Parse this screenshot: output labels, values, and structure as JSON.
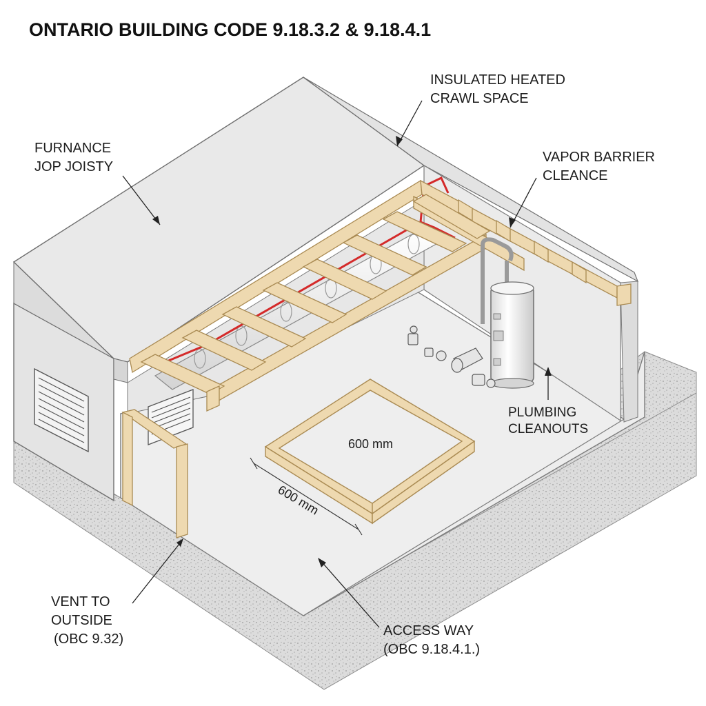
{
  "title": "ONTARIO BUILDING CODE 9.18.3.2 & 9.18.4.1",
  "labels": {
    "insulated": [
      "INSULATED HEATED",
      "CRAWL SPACE"
    ],
    "furnace": [
      "FURNANCE",
      "JOP JOISTY"
    ],
    "vapor": [
      "VAPOR BARRIER",
      "CLEANCE"
    ],
    "plumbing": [
      "PLUMBING",
      "CLEANOUTS"
    ],
    "vent": [
      "VENT TO",
      "OUTSIDE",
      "(OBC 9.32)"
    ],
    "access": [
      "ACCESS WAY",
      "(OBC 9.18.4.1.)"
    ]
  },
  "dimensions": {
    "inner": "600 mm",
    "side": "600 mm"
  },
  "colors": {
    "wood": "#eed9b0",
    "wood_edge": "#b9955a",
    "pipe_red": "#d42a2a",
    "wall": "#e6e6e6",
    "floor": "#ececec",
    "ground": "#d9d9d9"
  }
}
